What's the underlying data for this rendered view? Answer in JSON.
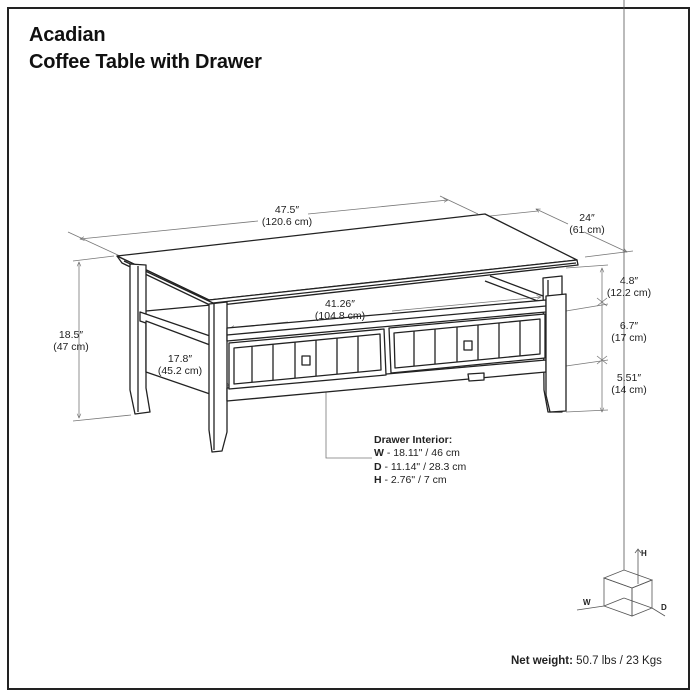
{
  "title": {
    "line1": "Acadian",
    "line2": "Coffee Table with Drawer"
  },
  "dimensions": {
    "width": {
      "in": "47.5″",
      "cm": "(120.6 cm)"
    },
    "depth": {
      "in": "24″",
      "cm": "(61 cm)"
    },
    "height": {
      "in": "18.5″",
      "cm": "(47 cm)"
    },
    "inner_width": {
      "in": "41.26″",
      "cm": "(104.8 cm)"
    },
    "side_depth": {
      "in": "17.8″",
      "cm": "(45.2 cm)"
    },
    "top_to_shelf": {
      "in": "4.8″",
      "cm": "(12.2 cm)"
    },
    "drawer_height": {
      "in": "6.7″",
      "cm": "(17 cm)"
    },
    "floor_clearance": {
      "in": "5.51″",
      "cm": "(14 cm)"
    }
  },
  "drawer_interior": {
    "heading": "Drawer Interior:",
    "rows": [
      {
        "key": "W",
        "value": " - 18.11\" / 46 cm"
      },
      {
        "key": "D",
        "value": " - 11.14\" / 28.3 cm"
      },
      {
        "key": "H",
        "value": " - 2.76\" / 7 cm"
      }
    ]
  },
  "axis_legend": {
    "h": "H",
    "w": "W",
    "d": "D"
  },
  "net_weight": {
    "label": "Net weight:",
    "value": " 50.7 lbs / 23 Kgs"
  },
  "colors": {
    "line": "#222222",
    "dim_line": "#777777",
    "frame": "#222222"
  }
}
